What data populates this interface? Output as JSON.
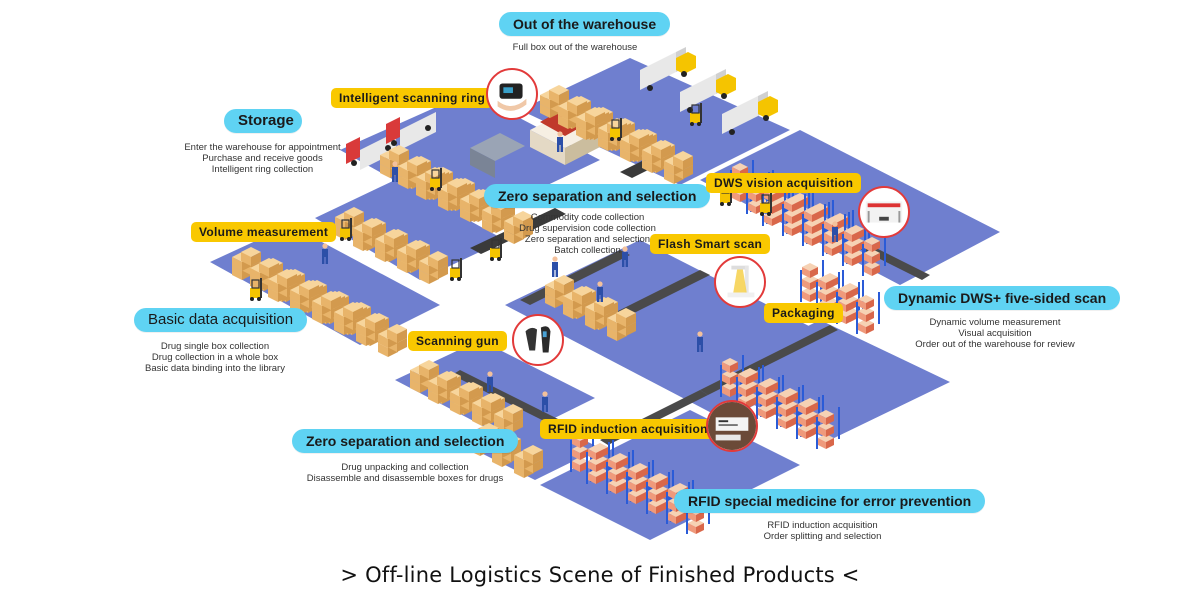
{
  "caption": "> Off-line Logistics Scene of Finished Products <",
  "colors": {
    "floor": "#6f7fcf",
    "floor_edge": "#5b6bbd",
    "road": "#3a3a3a",
    "pill": "#5fd3f3",
    "callout": "#f9c800",
    "bubble_ring": "#e23a3a",
    "box": "#f0c27f",
    "conveyor": "#4a4a4a"
  },
  "sections": [
    {
      "id": "out-of-warehouse",
      "title": "Out of the warehouse",
      "lines": [
        "Full box out of the warehouse"
      ]
    },
    {
      "id": "storage",
      "title": "Storage",
      "lines": [
        "Enter the warehouse for appointment",
        "Purchase and receive goods",
        "Intelligent ring collection"
      ]
    },
    {
      "id": "zero-separation-top",
      "title": "Zero separation and selection",
      "lines": [
        "Commodity code collection",
        "Drug supervision code collection",
        "Zero separation and selection",
        "Batch collection"
      ]
    },
    {
      "id": "dynamic-dws",
      "title": "Dynamic DWS+ five-sided scan",
      "lines": [
        "Dynamic volume measurement",
        "Visual acquisition",
        "Order out of the warehouse for review"
      ]
    },
    {
      "id": "basic-data",
      "title": "Basic data acquisition",
      "lines": [
        "Drug single box collection",
        "Drug collection in a whole box",
        "Basic data binding into the library"
      ]
    },
    {
      "id": "zero-separation-bottom",
      "title": "Zero separation and selection",
      "lines": [
        "Drug unpacking and collection",
        "Disassemble and disassemble boxes for drugs"
      ]
    },
    {
      "id": "rfid-special",
      "title": "RFID special medicine for error prevention",
      "lines": [
        "RFID induction acquisition",
        "Order splitting and selection"
      ]
    }
  ],
  "callouts": [
    {
      "id": "scanning-ring",
      "label": "Intelligent scanning ring",
      "icon": "scanning-ring-icon"
    },
    {
      "id": "volume",
      "label": "Volume measurement",
      "icon": null
    },
    {
      "id": "dws-vision",
      "label": "DWS vision acquisition",
      "icon": "dws-camera-icon"
    },
    {
      "id": "flash-smart",
      "label": "Flash Smart scan",
      "icon": "flash-scanner-icon"
    },
    {
      "id": "packaging",
      "label": "Packaging",
      "icon": null
    },
    {
      "id": "scanning-gun",
      "label": "Scanning gun",
      "icon": "barcode-gun-icon"
    },
    {
      "id": "rfid-induction",
      "label": "RFID induction acquisition",
      "icon": "rfid-tag-icon"
    }
  ]
}
